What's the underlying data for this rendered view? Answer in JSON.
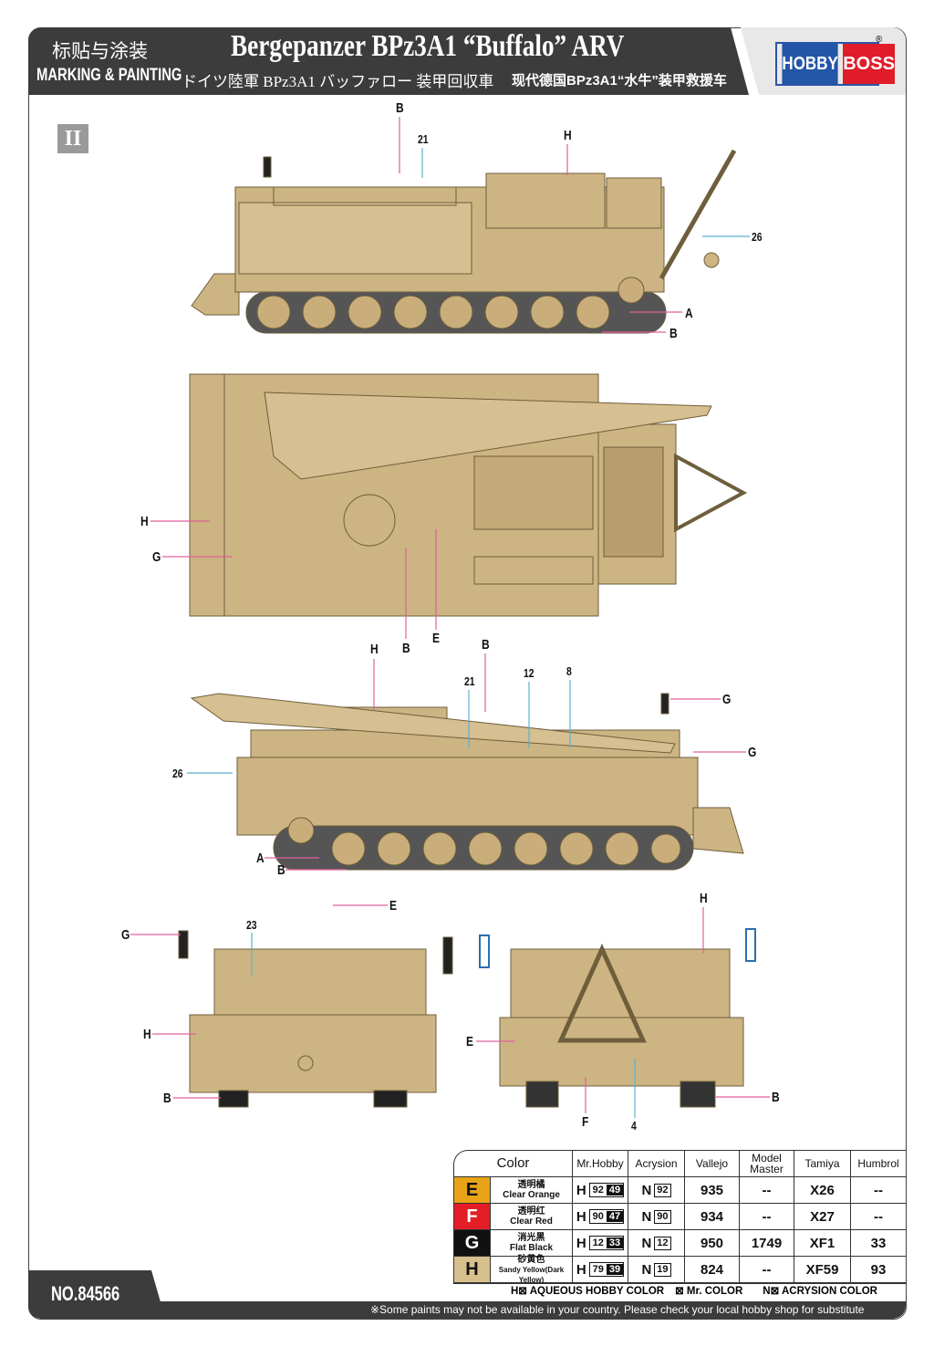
{
  "header": {
    "title_cn": "标贴与涂装",
    "title_en": "MARKING & PAINTING",
    "model_name": "Bergepanzer BPz3A1 “Buffalo” ARV",
    "subtitle_jp": "ドイツ陸軍 BPz3A1 バッファロー 装甲回収車",
    "subtitle_cn": "现代德国BPz3A1“水牛”装甲救援车",
    "brand_logo": "HOBBY BOSS",
    "brand_logo_parts": [
      "HOBBY",
      "BOSS"
    ],
    "registered_mark": "®"
  },
  "step": "II",
  "views": [
    {
      "callouts": [
        "B",
        "21",
        "H",
        "26",
        "A",
        "B"
      ]
    },
    {
      "callouts": [
        "H",
        "G",
        "B",
        "E"
      ]
    },
    {
      "callouts": [
        "H",
        "B",
        "B",
        "21",
        "12",
        "8",
        "G",
        "G",
        "26",
        "A",
        "B"
      ]
    },
    {
      "callouts": [
        "G",
        "23",
        "E",
        "H",
        "B"
      ]
    },
    {
      "callouts": [
        "H",
        "E",
        "B",
        "F",
        "4"
      ]
    }
  ],
  "colors": {
    "tan": "#cdb483",
    "dark_tan": "#9c8658",
    "E": "#e8a317",
    "F": "#e41e26",
    "G": "#111111",
    "H": "#d8c08e",
    "leader": "#e0609a",
    "leader_blue": "#5ab0d0"
  },
  "table": {
    "headers": [
      "Color",
      "Mr.Hobby",
      "Acrysion",
      "Vallejo",
      "Model Master",
      "Tamiya",
      "Humbrol"
    ],
    "rows": [
      {
        "letter": "E",
        "name_cn": "透明橘",
        "name_en": "Clear Orange",
        "hobby_prefix": "H",
        "hobby_a": "92",
        "hobby_b": "49",
        "acry_prefix": "N",
        "acry": "92",
        "vallejo": "935",
        "model_master": "--",
        "tamiya": "X26",
        "humbrol": "--"
      },
      {
        "letter": "F",
        "name_cn": "透明红",
        "name_en": "Clear Red",
        "hobby_prefix": "H",
        "hobby_a": "90",
        "hobby_b": "47",
        "acry_prefix": "N",
        "acry": "90",
        "vallejo": "934",
        "model_master": "--",
        "tamiya": "X27",
        "humbrol": "--"
      },
      {
        "letter": "G",
        "name_cn": "消光黑",
        "name_en": "Flat Black",
        "hobby_prefix": "H",
        "hobby_a": "12",
        "hobby_b": "33",
        "acry_prefix": "N",
        "acry": "12",
        "vallejo": "950",
        "model_master": "1749",
        "tamiya": "XF1",
        "humbrol": "33"
      },
      {
        "letter": "H",
        "name_cn": "砂黄色",
        "name_en": "Sandy Yellow(Dark Yellow)",
        "hobby_prefix": "H",
        "hobby_a": "79",
        "hobby_b": "39",
        "acry_prefix": "N",
        "acry": "19",
        "vallejo": "824",
        "model_master": "--",
        "tamiya": "XF59",
        "humbrol": "93"
      }
    ]
  },
  "legend": {
    "aqueous": "H⊠ AQUEOUS HOBBY COLOR",
    "mr_color": "⊠ Mr. COLOR",
    "acrysion": "N⊠ ACRYSION COLOR"
  },
  "footer": {
    "product_no": "NO.84566",
    "note": "※Some paints may not be available in your country. Please check your local hobby shop for substitute"
  }
}
